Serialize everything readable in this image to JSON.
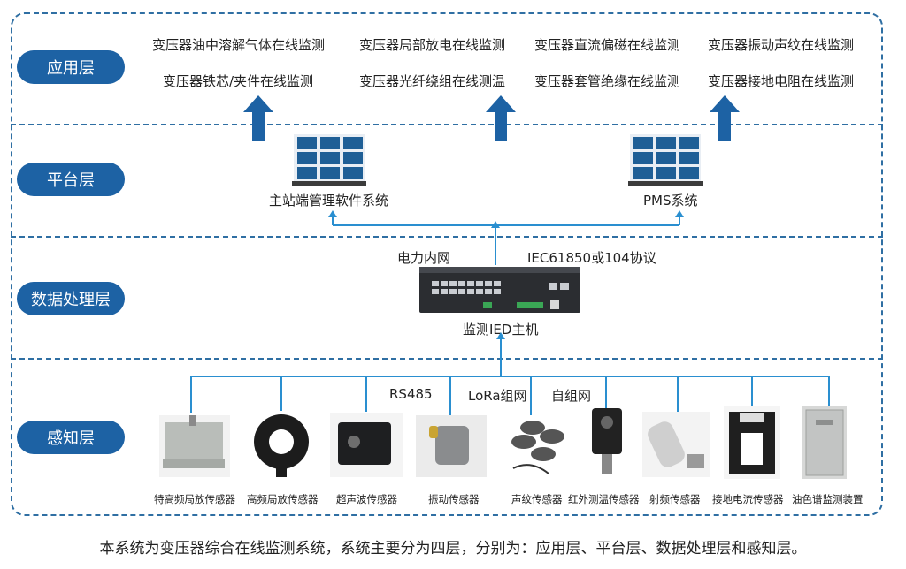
{
  "layers": [
    {
      "label": "应用层"
    },
    {
      "label": "平台层"
    },
    {
      "label": "数据处理层"
    },
    {
      "label": "感知层"
    }
  ],
  "application": {
    "items": [
      "变压器油中溶解气体在线监测",
      "变压器局部放电在线监测",
      "变压器直流偏磁在线监测",
      "变压器振动声纹在线监测",
      "变压器铁芯/夹件在线监测",
      "变压器光纤绕组在线测温",
      "变压器套管绝缘在线监测",
      "变压器接地电阻在线监测"
    ]
  },
  "platform": {
    "main_station": "主站端管理软件系统",
    "pms": "PMS系统"
  },
  "data_processing": {
    "network": "电力内网",
    "protocol": "IEC61850或104协议",
    "ied": "监测IED主机"
  },
  "perception": {
    "protocols": [
      "RS485",
      "LoRa组网",
      "自组网"
    ],
    "sensors": [
      "特高频局放传感器",
      "高频局放传感器",
      "超声波传感器",
      "振动传感器",
      "声纹传感器",
      "红外测温传感器",
      "射频传感器",
      "接地电流传感器",
      "油色谱监测装置"
    ]
  },
  "caption": "本系统为变压器综合在线监测系统，系统主要分为四层，分别为：应用层、平台层、数据处理层和感知层。",
  "colors": {
    "accent": "#1d62a4",
    "line": "#2a8fd0",
    "border": "#2f6fa3"
  }
}
